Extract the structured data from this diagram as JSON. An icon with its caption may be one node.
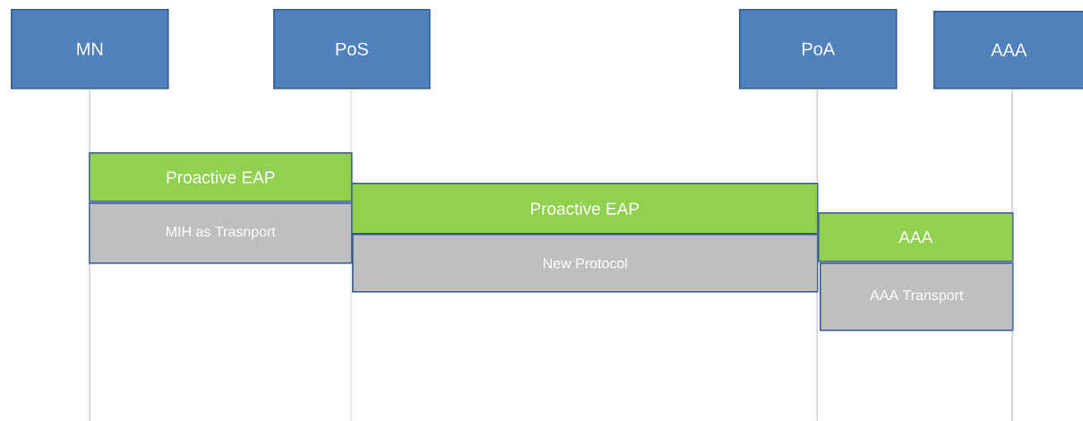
{
  "diagram": {
    "nodes": [
      {
        "text": [
          "MN"
        ]
      },
      {
        "text": [
          "PoS"
        ]
      },
      {
        "text": [
          "PoA"
        ]
      },
      {
        "text": [
          "AAA"
        ]
      },
      {
        "text": [
          "Proactive EAP"
        ]
      },
      {
        "text": [
          "MIH as Trasnport"
        ]
      },
      {
        "text": [
          "Proactive EAP"
        ]
      },
      {
        "text": [
          "New Protocol"
        ]
      },
      {
        "text": [
          "AAA"
        ]
      },
      {
        "text": [
          "AAA Transport"
        ]
      }
    ],
    "edges": [
      {
        "from": 0,
        "to": null,
        "arrow": "none"
      },
      {
        "from": 1,
        "to": null,
        "arrow": "none"
      },
      {
        "from": 2,
        "to": null,
        "arrow": "none"
      },
      {
        "from": 3,
        "to": null,
        "arrow": "none"
      }
    ]
  }
}
